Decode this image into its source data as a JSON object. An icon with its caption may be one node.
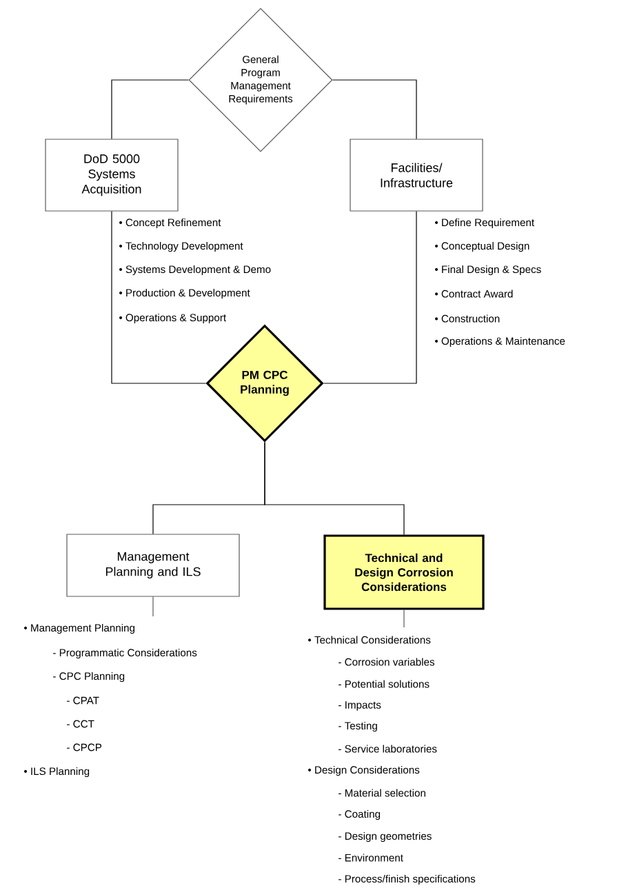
{
  "diagram": {
    "nodes": [
      {
        "text": [
          "General Program Management Requirements"
        ]
      },
      {
        "text": [
          "DoD 5000 Systems Acquisition"
        ]
      },
      {
        "text": [
          "Facilities/ Infrastructure"
        ],
        "beside": [
          "• Define Requirement",
          "• Conceptual Design",
          "• Final Design & Specs",
          "• Contract Award",
          "• Construction",
          "• Operations & Maintenance"
        ]
      },
      {
        "text": [
          "PM CPC Planning"
        ]
      },
      {
        "text": [
          "Management Planning and ILS"
        ],
        "beside": [
          "• Management Planning",
          "- Programmatic Considerations",
          "- CPC Planning",
          "- CPAT",
          "- CCT",
          "- CPCP",
          "• ILS Planning"
        ]
      },
      {
        "text": [
          "Technical and Design Corrosion Considerations"
        ],
        "beside": [
          "• Technical Considerations",
          "- Corrosion variables",
          "- Potential solutions",
          "- Impacts",
          "- Testing",
          "- Service laboratories",
          "• Design Considerations",
          "- Material selection",
          "- Coating",
          "- Design geometries",
          "- Environment",
          "- Process/finish specifications"
        ]
      }
    ],
    "edges": [
      {
        "from": 0,
        "to": 1,
        "arrow": "none"
      },
      {
        "from": 0,
        "to": 2,
        "arrow": "none"
      },
      {
        "from": 1,
        "to": 3,
        "arrow": "none"
      },
      {
        "from": 2,
        "to": 3,
        "arrow": "none"
      },
      {
        "from": 3,
        "to": 4,
        "arrow": "none"
      },
      {
        "from": 3,
        "to": 5,
        "arrow": "none"
      }
    ],
    "labels": [
      "• Concept Refinement",
      "• Technology Development",
      "• Systems Development & Demo",
      "• Production & Development",
      "• Operations & Support"
    ]
  }
}
